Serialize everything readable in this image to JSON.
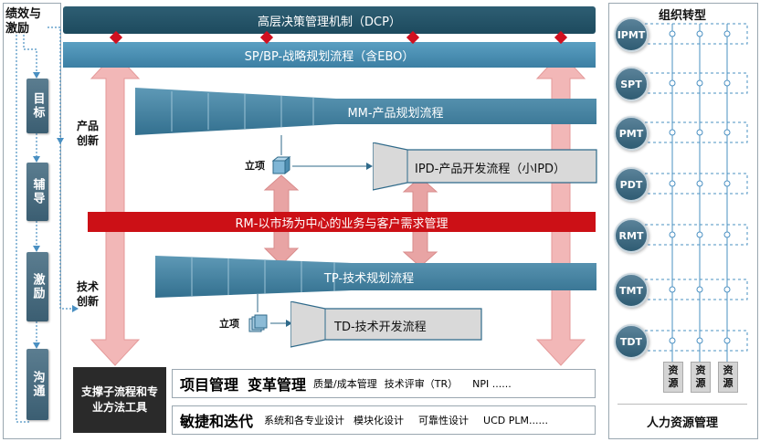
{
  "left_panel": {
    "title_line1": "绩效与",
    "title_line2": "激励",
    "steps": [
      "目标",
      "辅导",
      "激励",
      "沟通"
    ]
  },
  "top_bar": {
    "label": "高层决策管理机制（DCP）"
  },
  "sp_bar": {
    "label": "SP/BP-战略规划流程（含EBO）"
  },
  "product_innovation": {
    "line1": "产品",
    "line2": "创新"
  },
  "tech_innovation": {
    "line1": "技术",
    "line2": "创新"
  },
  "mm_flow": {
    "label": "MM-产品规划流程"
  },
  "ipd_flow": {
    "label": "IPD-产品开发流程（小IPD）"
  },
  "rm_bar": {
    "label": "RM-以市场为中心的业务与客户需求管理"
  },
  "tp_flow": {
    "label": "TP-技术规划流程"
  },
  "td_flow": {
    "label": "TD-技术开发流程"
  },
  "project_labels": {
    "upper": "立项",
    "lower": "立项"
  },
  "support_box": {
    "label": "支撑子流程和专业方法工具"
  },
  "bottom_row1": {
    "big1": "项目管理",
    "big2": "变革管理",
    "items": [
      "质量/成本管理",
      "技术评审（TR）",
      "NPI ......"
    ]
  },
  "bottom_row2": {
    "big": "敏捷和迭代",
    "items": [
      "系统和各专业设计",
      "模块化设计",
      "可靠性设计",
      "UCD PLM......"
    ]
  },
  "right_panel": {
    "title": "组织转型",
    "teams": [
      "IPMT",
      "SPT",
      "PMT",
      "PDT",
      "RMT",
      "TMT",
      "TDT"
    ],
    "resources": [
      "资源",
      "资源",
      "资源"
    ],
    "footer": "人力资源管理"
  },
  "colors": {
    "dark_teal": "#1d4a5e",
    "steel_blue": "#3c7fa3",
    "red": "#d01020",
    "pink_arrow": "#f2b7b7"
  }
}
